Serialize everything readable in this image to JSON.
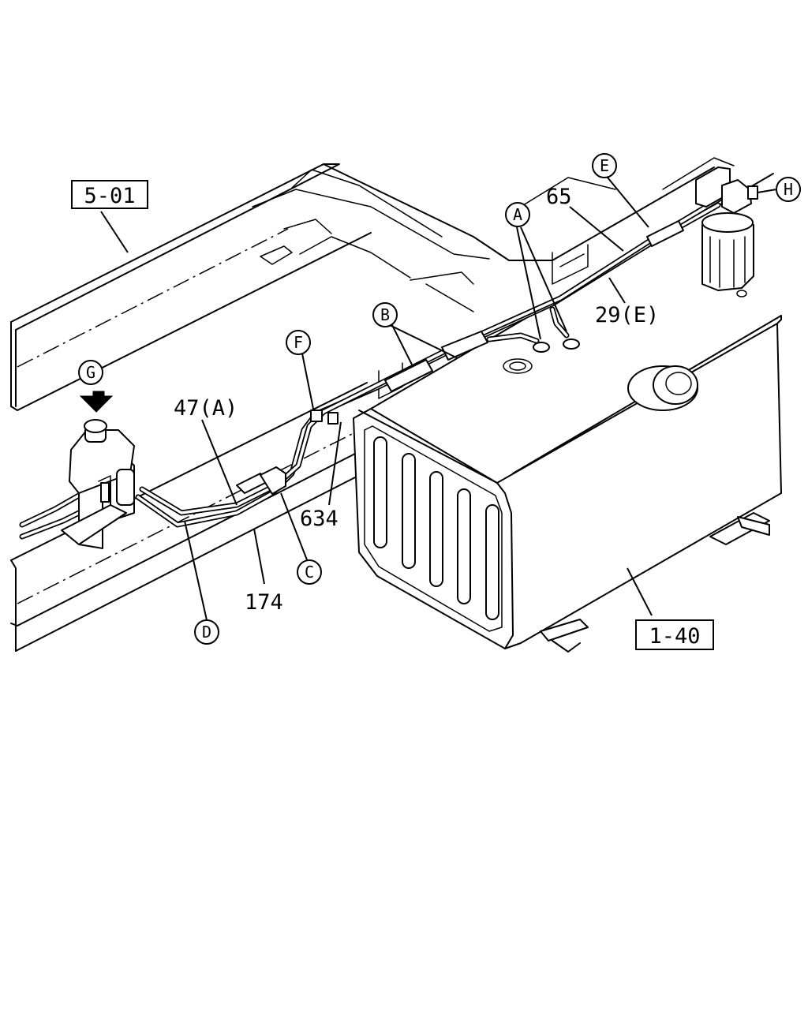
{
  "refs": {
    "r501": "5-01",
    "r140": "1-40"
  },
  "parts": {
    "p65": "65",
    "p29E": "29(E)",
    "p47A": "47(A)",
    "p634": "634",
    "p174": "174"
  },
  "circles": {
    "A": "A",
    "B": "B",
    "C": "C",
    "D": "D",
    "E": "E",
    "F": "F",
    "G": "G",
    "H": "H"
  }
}
